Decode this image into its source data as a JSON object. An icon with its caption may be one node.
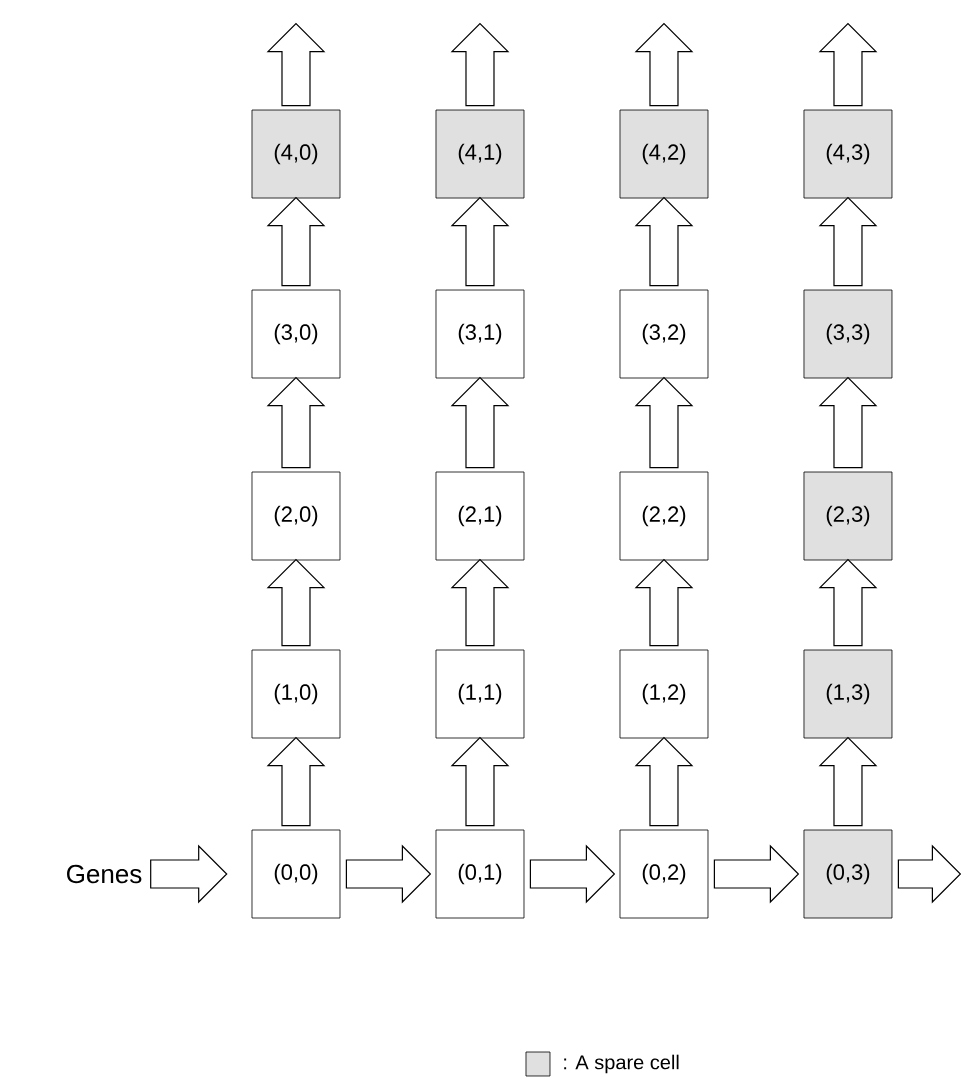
{
  "diagram": {
    "nodes": [
      {
        "text": [
          "(4,0)"
        ]
      },
      {
        "text": [
          "(4,1)"
        ]
      },
      {
        "text": [
          "(4,2)"
        ]
      },
      {
        "text": [
          "(4,3)"
        ]
      },
      {
        "text": [
          "(3,0)"
        ]
      },
      {
        "text": [
          "(3,1)"
        ]
      },
      {
        "text": [
          "(3,2)"
        ]
      },
      {
        "text": [
          "(3,3)"
        ]
      },
      {
        "text": [
          "(2,0)"
        ]
      },
      {
        "text": [
          "(2,1)"
        ]
      },
      {
        "text": [
          "(2,2)"
        ]
      },
      {
        "text": [
          "(2,3)"
        ]
      },
      {
        "text": [
          "(1,0)"
        ]
      },
      {
        "text": [
          "(1,1)"
        ]
      },
      {
        "text": [
          "(1,2)"
        ]
      },
      {
        "text": [
          "(1,3)"
        ]
      },
      {
        "text": [
          "Genes"
        ]
      },
      {
        "text": [
          "(0,0)"
        ]
      },
      {
        "text": [
          "(0,1)"
        ]
      },
      {
        "text": [
          "(0,2)"
        ]
      },
      {
        "text": [
          "(0,3)"
        ]
      }
    ],
    "edges": [
      {
        "from": 0,
        "to": null,
        "arrow": "to"
      },
      {
        "from": 1,
        "to": null,
        "arrow": "to"
      },
      {
        "from": 2,
        "to": null,
        "arrow": "to"
      },
      {
        "from": 3,
        "to": null,
        "arrow": "to"
      },
      {
        "from": 4,
        "to": 0,
        "arrow": "to"
      },
      {
        "from": 5,
        "to": 1,
        "arrow": "to"
      },
      {
        "from": 6,
        "to": 2,
        "arrow": "to"
      },
      {
        "from": 7,
        "to": 3,
        "arrow": "to"
      },
      {
        "from": 8,
        "to": 4,
        "arrow": "to"
      },
      {
        "from": 9,
        "to": 5,
        "arrow": "to"
      },
      {
        "from": 10,
        "to": 6,
        "arrow": "to"
      },
      {
        "from": 11,
        "to": 7,
        "arrow": "to"
      },
      {
        "from": 12,
        "to": 8,
        "arrow": "to"
      },
      {
        "from": 13,
        "to": 9,
        "arrow": "to"
      },
      {
        "from": 14,
        "to": 10,
        "arrow": "to"
      },
      {
        "from": 15,
        "to": 11,
        "arrow": "to"
      },
      {
        "from": 17,
        "to": 12,
        "arrow": "to"
      },
      {
        "from": 18,
        "to": 13,
        "arrow": "to"
      },
      {
        "from": 19,
        "to": 14,
        "arrow": "to"
      },
      {
        "from": 20,
        "to": 15,
        "arrow": "to"
      },
      {
        "from": 16,
        "to": 17,
        "arrow": "to"
      },
      {
        "from": 17,
        "to": 18,
        "arrow": "to"
      },
      {
        "from": 18,
        "to": 19,
        "arrow": "to"
      },
      {
        "from": 19,
        "to": 20,
        "arrow": "to"
      },
      {
        "from": 20,
        "to": null,
        "arrow": "to"
      }
    ],
    "legend": [
      {
        "text": ": A spare cell",
        "color": "#e0e0e0"
      }
    ]
  }
}
